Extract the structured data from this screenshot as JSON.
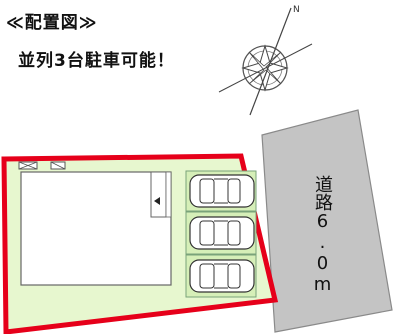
{
  "heading": "≪配置図≫",
  "subheading": "並列3台駐車可能！",
  "road_label": "道路6.0m",
  "compass": {
    "north_label": "N"
  },
  "colors": {
    "lot_outline": "#e6001a",
    "lot_fill": "#e7f7cf",
    "road_fill": "#c4c4c4",
    "parking_space_fill": "#d6efb8",
    "building_fill": "#ffffff"
  },
  "parking_spaces": [
    {
      "name": "parking-space-1",
      "car": "car-1"
    },
    {
      "name": "parking-space-2",
      "car": "car-2"
    },
    {
      "name": "parking-space-3",
      "car": "car-3"
    }
  ]
}
